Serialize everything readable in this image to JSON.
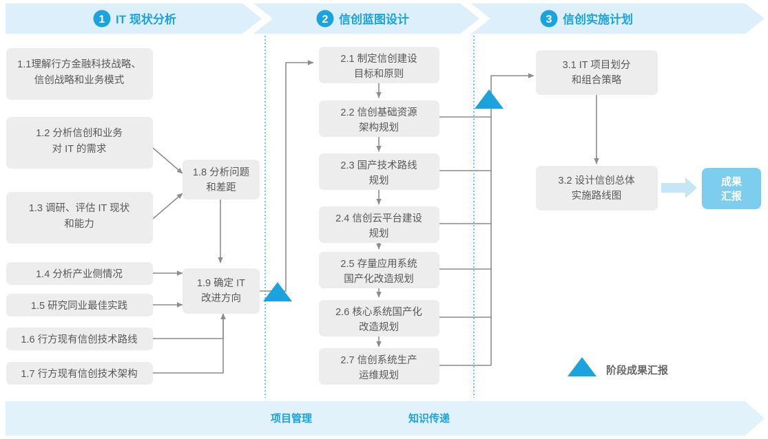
{
  "colors": {
    "accent": "#1CA2DC",
    "header_band": "#DCEFFA",
    "footer_band": "#E2F2FB",
    "box_fill": "#EDEDED",
    "box_text": "#585858",
    "connector": "#8C8C8C",
    "dotted_divider": "#3FB9E8",
    "result_fill": "#7DCDEF",
    "result_arrow": "#C5E6F5"
  },
  "header": {
    "phases": [
      {
        "number": "1",
        "label": "IT 现状分析"
      },
      {
        "number": "2",
        "label": "信创蓝图设计"
      },
      {
        "number": "3",
        "label": "信创实施计划"
      }
    ]
  },
  "phase1": {
    "boxes": [
      {
        "id": "1.1",
        "lines": [
          "1.1理解行方金融科技战略、",
          "信创战略和业务模式"
        ]
      },
      {
        "id": "1.2",
        "lines": [
          "1.2 分析信创和业务",
          "对 IT 的需求"
        ]
      },
      {
        "id": "1.3",
        "lines": [
          "1.3 调研、评估 IT 现状",
          "和能力"
        ]
      },
      {
        "id": "1.4",
        "lines": [
          "1.4 分析产业侧情况"
        ]
      },
      {
        "id": "1.5",
        "lines": [
          "1.5 研究同业最佳实践"
        ]
      },
      {
        "id": "1.6",
        "lines": [
          "1.6 行方现有信创技术路线"
        ]
      },
      {
        "id": "1.7",
        "lines": [
          "1.7 行方现有信创技术架构"
        ]
      },
      {
        "id": "1.8",
        "lines": [
          "1.8 分析问题",
          "和差距"
        ]
      },
      {
        "id": "1.9",
        "lines": [
          "1.9 确定 IT",
          "改进方向"
        ]
      }
    ]
  },
  "phase2": {
    "boxes": [
      {
        "id": "2.1",
        "lines": [
          "2.1 制定信创建设",
          "目标和原则"
        ]
      },
      {
        "id": "2.2",
        "lines": [
          "2.2 信创基础资源",
          "架构规划"
        ]
      },
      {
        "id": "2.3",
        "lines": [
          "2.3 国产技术路线",
          "规划"
        ]
      },
      {
        "id": "2.4",
        "lines": [
          "2.4 信创云平台建设",
          "规划"
        ]
      },
      {
        "id": "2.5",
        "lines": [
          "2.5 存量应用系统",
          "国产化改造规划"
        ]
      },
      {
        "id": "2.6",
        "lines": [
          "2.6 核心系统国产化",
          "改造规划"
        ]
      },
      {
        "id": "2.7",
        "lines": [
          "2.7 信创系统生产",
          "运维规划"
        ]
      }
    ]
  },
  "phase3": {
    "boxes": [
      {
        "id": "3.1",
        "lines": [
          "3.1 IT 项目划分",
          "和组合策略"
        ]
      },
      {
        "id": "3.2",
        "lines": [
          "3.2 设计信创总体",
          "实施路线图"
        ]
      }
    ],
    "result": {
      "lines": [
        "成果",
        "汇报"
      ]
    }
  },
  "legend": {
    "label": "阶段成果汇报"
  },
  "footer": {
    "items": [
      "项目管理",
      "知识传递"
    ]
  }
}
